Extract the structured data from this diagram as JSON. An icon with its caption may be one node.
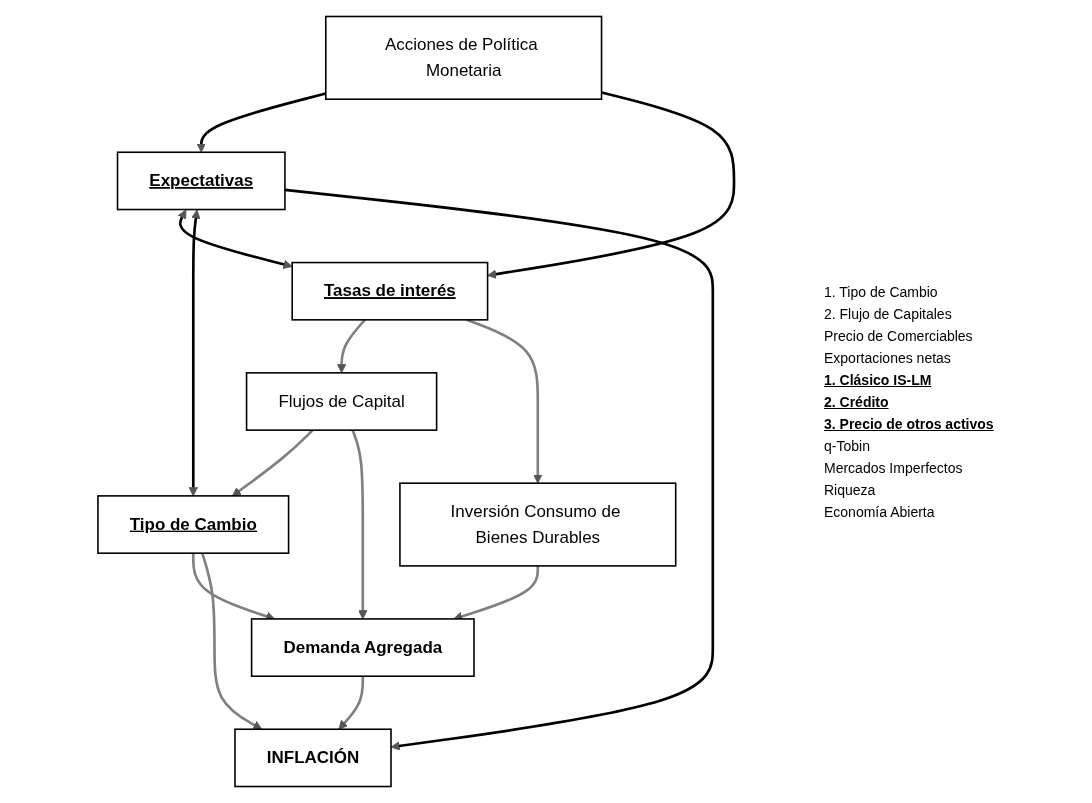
{
  "diagram": {
    "nodes": [
      {
        "text": [
          "Acciones de Política Monetaria"
        ]
      },
      {
        "text": [
          "Expectativas"
        ]
      },
      {
        "text": [
          "Tasas de interés"
        ]
      },
      {
        "text": [
          "Flujos de Capital"
        ]
      },
      {
        "text": [
          "Inversión Consumo de Bienes Durables"
        ]
      },
      {
        "text": [
          "Tipo de Cambio"
        ]
      },
      {
        "text": [
          "Demanda Agregada"
        ]
      },
      {
        "text": [
          "INFLACIÓN"
        ]
      }
    ],
    "edges": [
      {
        "from": 0,
        "to": 1,
        "arrow": "to",
        "color": "#000000"
      },
      {
        "from": 0,
        "to": 2,
        "arrow": "to",
        "color": "#000000"
      },
      {
        "from": 1,
        "to": 2,
        "arrow": "both",
        "color": "#000000"
      },
      {
        "from": 2,
        "to": 3,
        "arrow": "to"
      },
      {
        "from": 2,
        "to": 4,
        "arrow": "to"
      },
      {
        "from": 1,
        "to": 5,
        "arrow": "both",
        "color": "#000000"
      },
      {
        "from": 3,
        "to": 5,
        "arrow": "to"
      },
      {
        "from": 3,
        "to": 6,
        "arrow": "to"
      },
      {
        "from": 4,
        "to": 6,
        "arrow": "to"
      },
      {
        "from": 5,
        "to": 6,
        "arrow": "to"
      },
      {
        "from": 5,
        "to": 7,
        "arrow": "to"
      },
      {
        "from": 6,
        "to": 7,
        "arrow": "to"
      },
      {
        "from": 1,
        "to": 7,
        "arrow": "to",
        "color": "#000000"
      }
    ],
    "labels": [
      "1. Tipo de Cambio",
      "2. Flujo de Capitales",
      "Precio de Comerciables",
      "Exportaciones netas",
      "1. Clásico IS-LM",
      "2. Crédito",
      "3. Precio de otros activos",
      "q-Tobin",
      "Mercados Imperfectos",
      "Riqueza",
      "Economía Abierta"
    ]
  }
}
